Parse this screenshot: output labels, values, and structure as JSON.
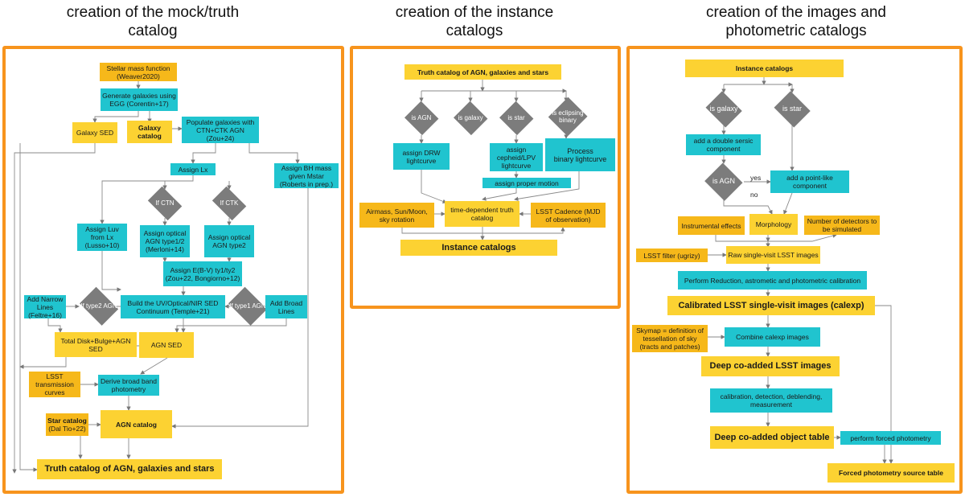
{
  "titles": {
    "p1": "creation of the mock/truth catalog",
    "p2": "creation of the instance catalogs",
    "p3": "creation of the images and photometric catalogs"
  },
  "p1": {
    "smf": "Stellar mass function (Weaver2020)",
    "gen": "Generate galaxies using EGG (Corentin+17)",
    "gsed": "Galaxy SED",
    "gcat": "Galaxy catalog",
    "pop": "Populate galaxies with CTN+CTK AGN (Zou+24)",
    "lx": "Assign Lx",
    "bh": "Assign BH mass given Mstar (Roberts in prep.)",
    "ifctn": "If CTN",
    "ifctk": "If CTK",
    "luv": "Assign Luv from Lx (Lusso+10)",
    "opt1": "Assign optical AGN type1/2 (Merloni+14)",
    "opt2": "Assign optical AGN type2",
    "ebv": "Assign E(B-V) ty1/ty2 (Zou+22, Bongiorno+12)",
    "narrow": "Add Narrow Lines (Feltre+16)",
    "ift2": "If type2 AGN",
    "uv": "Build the UV/Optical/NIR SED Continuum (Temple+21)",
    "ift1": "If type1 AGN",
    "broad": "Add Broad Lines",
    "total": "Total Disk+Bulge+AGN SED",
    "agnsed": "AGN SED",
    "lsst": "LSST transmission curves",
    "derive": "Derive broad band photometry",
    "star": "Star catalog",
    "star_ref": "(Dal Tio+22)",
    "agncat": "AGN catalog",
    "truth": "Truth catalog of AGN, galaxies and stars"
  },
  "p2": {
    "truth": "Truth catalog of AGN, galaxies and stars",
    "isagn": "is AGN",
    "isgal": "is galaxy",
    "isstar": "is star",
    "isecl": "is eclipsing binary",
    "drw": "assign DRW lightcurve",
    "ceph": "assign cepheid/LPV lightcurve",
    "proc": "Process",
    "binlc": "binary lightcurve",
    "pm": "assign proper motion",
    "air": "Airmass, Sun/Moon, sky rotation",
    "tdep": "time-dependent truth catalog",
    "cad": "LSST Cadence (MJD of observation)",
    "inst": "Instance catalogs"
  },
  "p3": {
    "inst": "Instance catalogs",
    "isgal": "is galaxy",
    "isstar": "is star",
    "sersic": "add a double sersic component",
    "isagn": "is AGN",
    "yes": "yes",
    "no": "no",
    "point": "add a point-like component",
    "instr": "Instrumental effects",
    "morph": "Morphology",
    "ndet": "Number of detectors to be simulated",
    "filt": "LSST filter (ugrizy)",
    "raw": "Raw single-visit LSST images",
    "red": "Perform Reduction, astrometic and photometric calibration",
    "calexp": "Calibrated LSST single-visit images (calexp)",
    "skymap": "Skymap = definition of tessellation of sky (tracts and patches)",
    "combine": "Combine calexp images",
    "deep": "Deep co-added LSST images",
    "calib": "calibration, detection, deblending, measurement",
    "obj": "Deep co-added object table",
    "forced": "perform forced photometry",
    "fsrc": "Forced photometry source table"
  },
  "colors": {
    "frame": "#f7941d",
    "process": "#20c4cf",
    "data": "#fcd232",
    "input": "#f6b81a",
    "decision": "#7c7c7c"
  }
}
